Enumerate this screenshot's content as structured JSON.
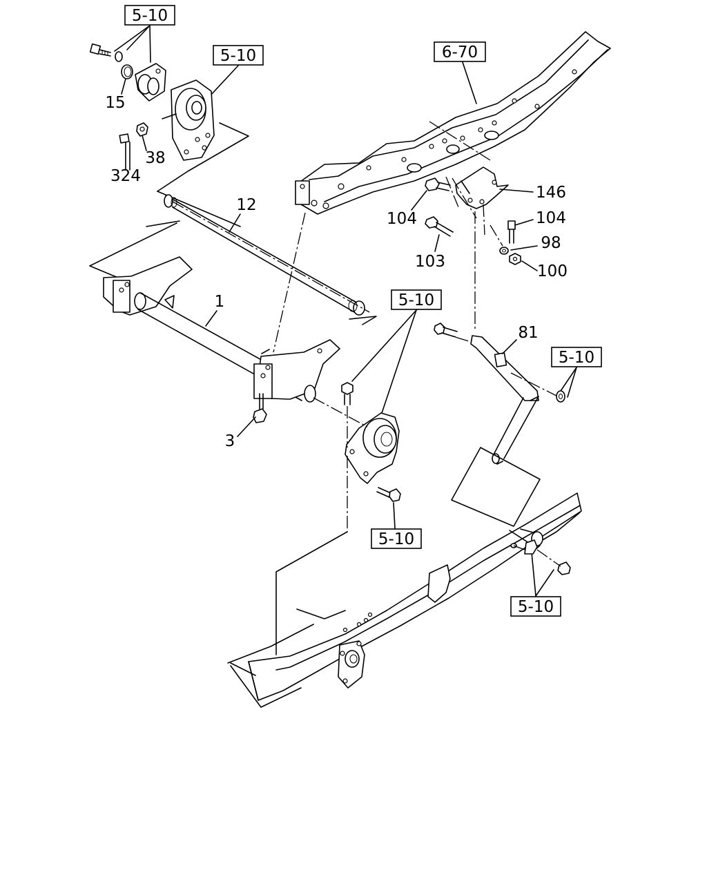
{
  "refs": {
    "r1": "5-10",
    "r2": "5-10",
    "r3": "6-70",
    "r4": "5-10",
    "r5": "5-10",
    "r6": "5-10",
    "r7": "5-10"
  },
  "parts": {
    "p15": "15",
    "p38": "38",
    "p324": "324",
    "p12": "12",
    "p1": "1",
    "p3": "3",
    "p146": "146",
    "p104a": "104",
    "p104b": "104",
    "p103": "103",
    "p98": "98",
    "p100": "100",
    "p81": "81"
  }
}
